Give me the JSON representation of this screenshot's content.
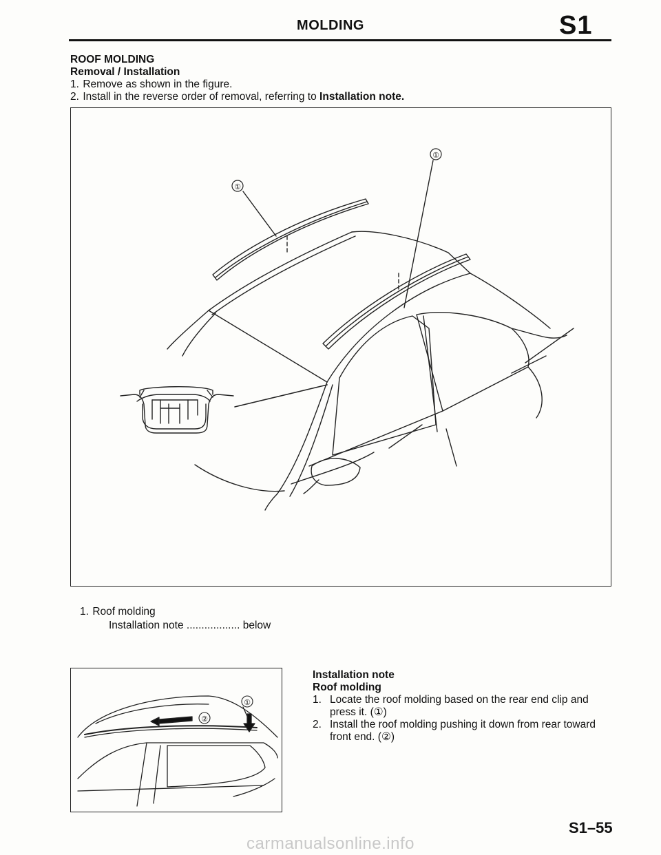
{
  "header": {
    "title": "MOLDING",
    "section_code": "S1"
  },
  "section": {
    "title": "ROOF MOLDING",
    "subtitle": "Removal / Installation",
    "steps": [
      {
        "num": "1.",
        "text": "Remove as shown in the figure."
      },
      {
        "num": "2.",
        "text_before": "Install in the reverse order of removal, referring to ",
        "emphasis": "Installation note."
      }
    ]
  },
  "figure_main": {
    "callouts": [
      "①",
      "①"
    ]
  },
  "legend": {
    "item_num": "1.",
    "item_label": "Roof molding",
    "note_label": "Installation note",
    "leader": "..................",
    "ref": "below"
  },
  "figure_small": {
    "callouts": [
      "②",
      "①"
    ]
  },
  "installation_note": {
    "title": "Installation note",
    "subtitle": "Roof molding",
    "items": [
      {
        "num": "1.",
        "line1": "Locate the roof molding based on the rear end clip and",
        "line2": "press it. (①)"
      },
      {
        "num": "2.",
        "line1": "Install the roof molding pushing it down from rear toward",
        "line2": "front end. (②)"
      }
    ]
  },
  "footer": {
    "page_code": "S1–55",
    "watermark": "carmanualsonline.info"
  }
}
